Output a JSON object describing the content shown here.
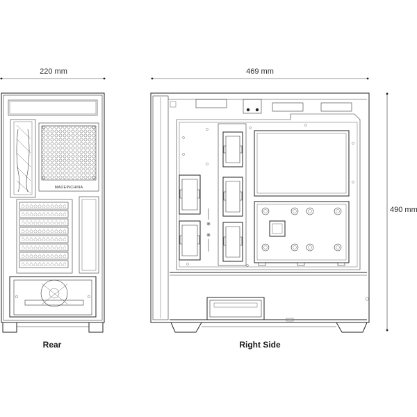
{
  "dimensions": {
    "rear_width": "220 mm",
    "side_length": "469 mm",
    "height": "490 mm"
  },
  "captions": {
    "rear": "Rear",
    "right_side": "Right Side"
  },
  "rear_panel_text": "MADEINCHINA",
  "colors": {
    "line": "#222222",
    "background": "#ffffff"
  },
  "icons": {
    "dimension_arrow": "arrow-line",
    "fan": "fan-circle",
    "mesh": "hex-mesh"
  }
}
